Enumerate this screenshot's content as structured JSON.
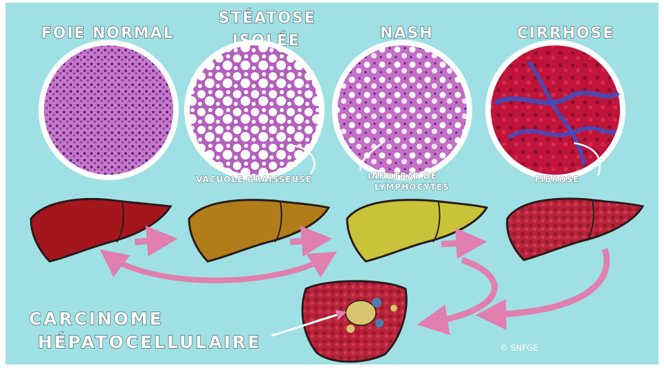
{
  "stages": [
    {
      "label": "FOIE NORMAL"
    },
    {
      "label_line1": "STÉATOSE",
      "label_line2": "ISOLÉE"
    },
    {
      "label": "NASH"
    },
    {
      "label": "CIRRHOSE"
    }
  ],
  "annotations": {
    "vacuole": "VACUOLE GRAISSEUSE",
    "infiltrat_line1": "INFILTRAT DE",
    "infiltrat_line2": "LYMPHOCYTES",
    "fibrose": "FIBROSE"
  },
  "carcinome": {
    "line1": "CARCINOME",
    "line2": "HÉPATOCELLULAIRE"
  },
  "credit": "© SNFGE",
  "colors": {
    "background": "#9fe0e4",
    "arrow": "#e07fb0",
    "liver_normal": "#a3161c",
    "liver_steatose": "#b07d1a",
    "liver_nash": "#c9c33a",
    "liver_cirrhose": "#b8243a"
  }
}
